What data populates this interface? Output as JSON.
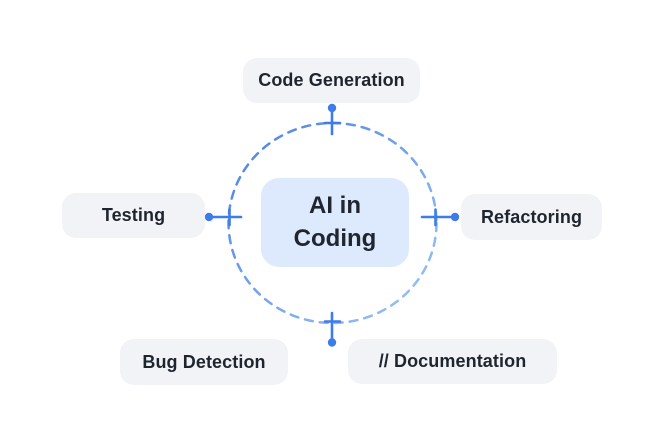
{
  "diagram": {
    "title": "AI in Coding",
    "center": {
      "label": "AI in Coding"
    },
    "nodes": [
      {
        "id": "code-generation",
        "label": "Code Generation",
        "position": "top"
      },
      {
        "id": "testing",
        "label": "Testing",
        "position": "left"
      },
      {
        "id": "refactoring",
        "label": "Refactoring",
        "position": "right"
      },
      {
        "id": "bug-detection",
        "label": "Bug Detection",
        "position": "bottom-left"
      },
      {
        "id": "documentation",
        "label": "// Documentation",
        "position": "bottom-right"
      }
    ],
    "colors": {
      "background": "#ffffff",
      "pill_background": "#f1f3f6",
      "center_box_background": "#dde9fc",
      "text": "#1f252e",
      "connector_blue": "#3d7ce9",
      "circle_dash_gradient_start": "#4b81e0",
      "circle_dash_gradient_end": "#9cc6f7"
    }
  }
}
